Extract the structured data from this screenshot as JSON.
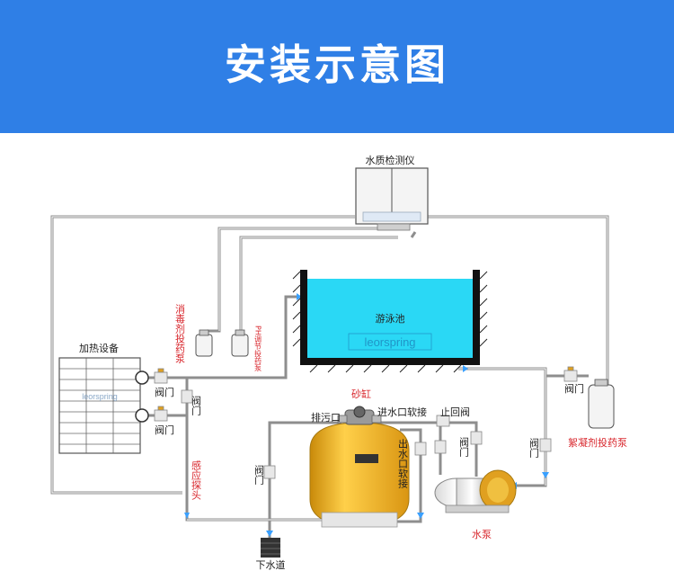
{
  "banner": {
    "title": "安装示意图"
  },
  "labels": {
    "water_tester": "水质检测仪",
    "pool": "游泳池",
    "pool_logo": "leorspring",
    "heater": "加热设备",
    "heater_logo": "leorspring",
    "disinfectant_pump": "消毒剂投药泵",
    "ph_pump": "PH调节投药泵",
    "flocculant_pump": "絮凝剂投药泵",
    "sensor_probe": "感应探头",
    "sand_tank": "砂缸",
    "drain_outlet": "排污口",
    "inlet_joint": "进水口软接",
    "outlet_joint": "出水口软接",
    "check_valve": "止回阀",
    "valve": "阀门",
    "water_pump": "水泵",
    "sewer": "下水道"
  },
  "colors": {
    "banner": "#2f7fe6",
    "pool_water": "#2ad8f5",
    "pipe": "#8e8e8e",
    "tank": "#f0b21a",
    "accent_red": "#d8262c"
  }
}
